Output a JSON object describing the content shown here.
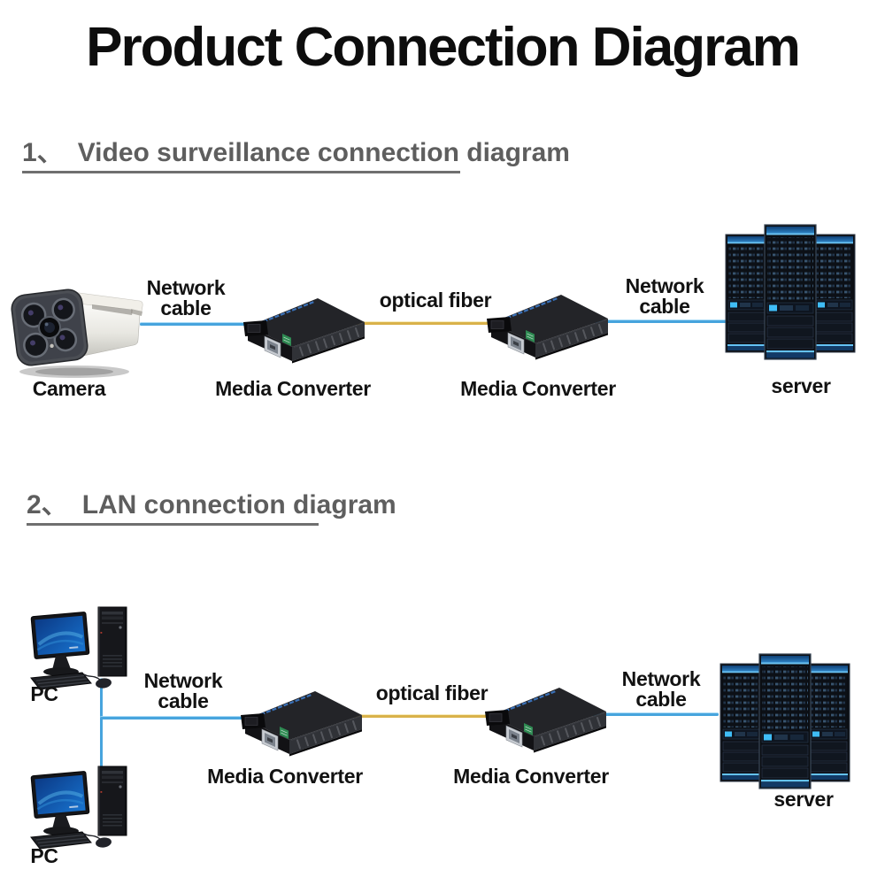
{
  "page": {
    "title": "Product Connection Diagram"
  },
  "section1": {
    "number": "1、",
    "heading": "Video surveillance connection diagram",
    "labels": {
      "camera": "Camera",
      "converter_left": "Media Converter",
      "converter_right": "Media Converter",
      "server": "server",
      "cable_left": {
        "line1": "Network",
        "line2": "cable"
      },
      "fiber": "optical fiber",
      "cable_right": {
        "line1": "Network",
        "line2": "cable"
      }
    }
  },
  "section2": {
    "number": "2、",
    "heading": "LAN connection diagram",
    "labels": {
      "pc_top": "PC",
      "pc_bottom": "PC",
      "converter_left": "Media Converter",
      "converter_right": "Media Converter",
      "server": "server",
      "cable_left": {
        "line1": "Network",
        "line2": "cable"
      },
      "fiber": "optical fiber",
      "cable_right": {
        "line1": "Network",
        "line2": "cable"
      }
    }
  },
  "icons": {
    "camera": "bullet-surveillance-camera",
    "media_converter": "fiber-media-converter-box",
    "server": "server-rack-towers",
    "pc": "desktop-computer"
  },
  "colors": {
    "network_cable_line": "#47a4dd",
    "optical_fiber_line": "#d9b24a",
    "heading_text": "#5e5e5e",
    "underline": "#6f6f6f",
    "title_text": "#0d0d0d",
    "label_text": "#121212"
  }
}
